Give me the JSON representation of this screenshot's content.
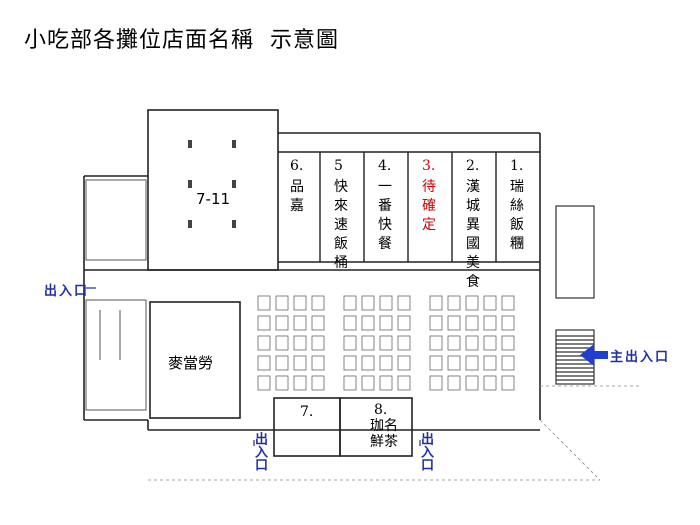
{
  "title": "小吃部各攤位店面名稱  示意圖",
  "stalls": [
    {
      "num": "1.",
      "name": "瑞絲飯糰",
      "color": "#000000"
    },
    {
      "num": "2.",
      "name": "漢城異國美食",
      "color": "#000000"
    },
    {
      "num": "3.",
      "name": "待確定",
      "color": "#d40000"
    },
    {
      "num": "4.",
      "name": "一番快餐",
      "color": "#000000"
    },
    {
      "num": "5",
      "name": "快來速飯桶",
      "color": "#000000"
    },
    {
      "num": "6.",
      "name": "品嘉",
      "color": "#000000"
    }
  ],
  "rooms": {
    "seven_eleven": "7-11",
    "mcdonalds": "麥當勞",
    "shop7": "7.",
    "shop8_num": "8.",
    "shop8_name": "珈名鮮茶"
  },
  "exits": {
    "left": "出入口",
    "main": "主出入口",
    "bottom_left": "出入口",
    "bottom_right": "出入口"
  },
  "accent": {
    "exit_text": "#1f2f9e",
    "arrow": "#1f3fcf",
    "stall3": "#d40000"
  }
}
